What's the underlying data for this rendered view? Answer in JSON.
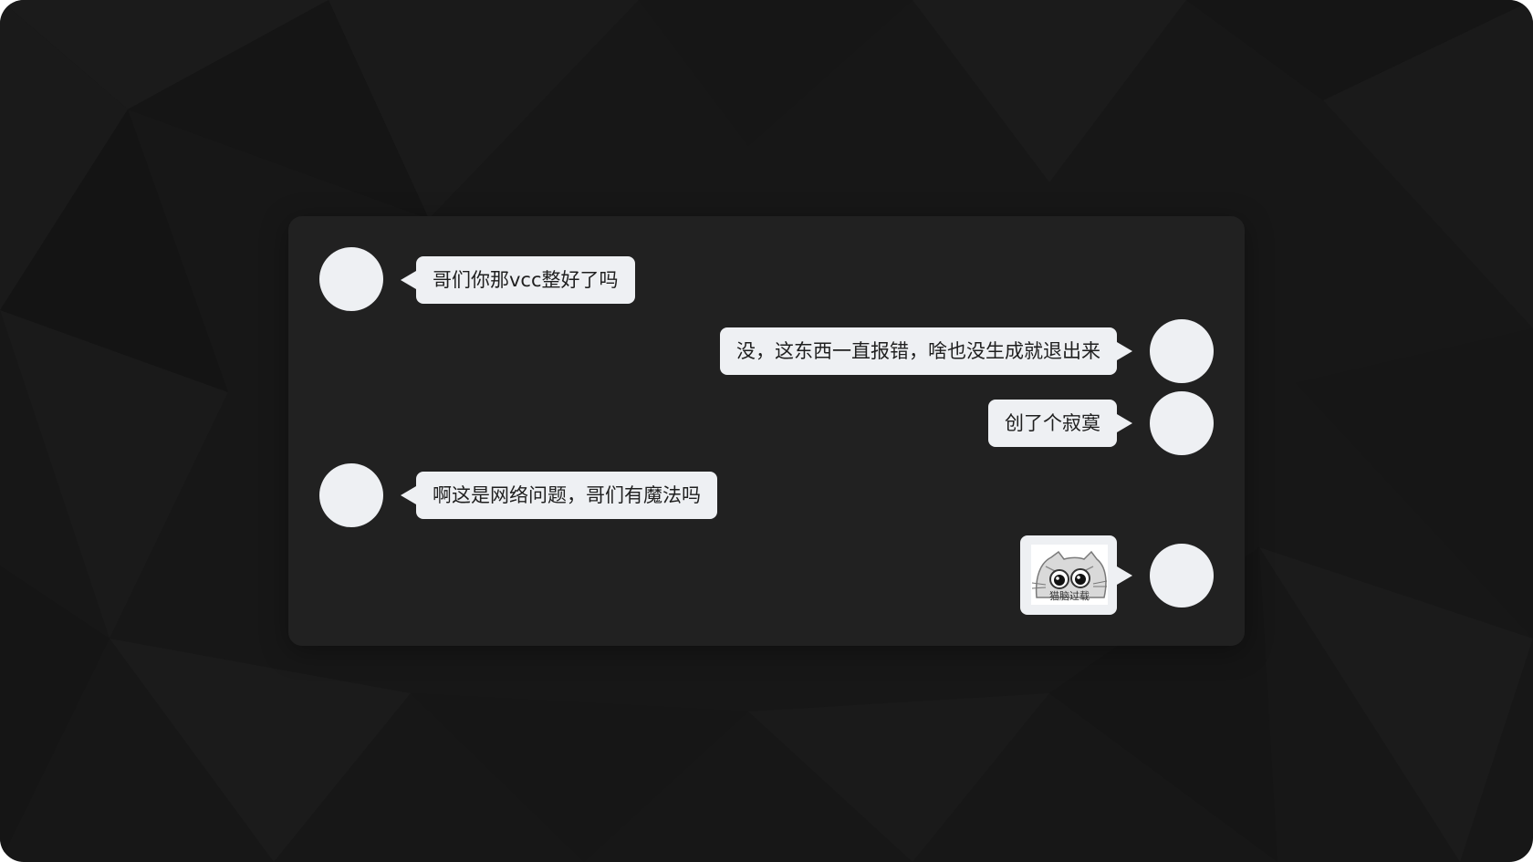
{
  "messages": [
    {
      "side": "left",
      "type": "text",
      "text": "哥们你那vcc整好了吗"
    },
    {
      "side": "right",
      "type": "text",
      "text": "没，这东西一直报错，啥也没生成就退出来"
    },
    {
      "side": "right",
      "type": "text",
      "text": "创了个寂寞"
    },
    {
      "side": "left",
      "type": "text",
      "text": "啊这是网络问题，哥们有魔法吗"
    },
    {
      "side": "right",
      "type": "image",
      "caption": "猫脑过载",
      "icon": "cat-sticker-icon"
    }
  ],
  "colors": {
    "background": "#171717",
    "panel": "#212121",
    "bubble": "#eef0f3",
    "avatar": "#eef0f3",
    "text": "#1f1f1f"
  }
}
